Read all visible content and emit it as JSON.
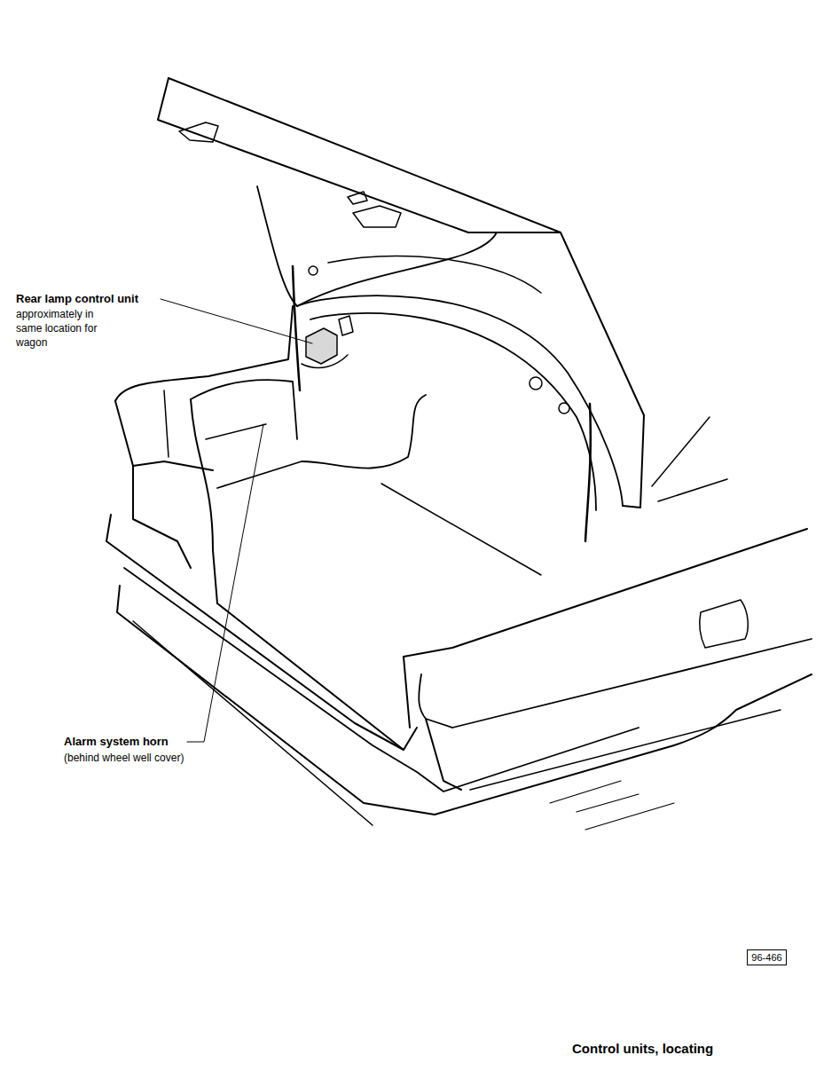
{
  "diagram": {
    "caption": "Control units, locating",
    "nodes": [
      {
        "text": [
          "96-466"
        ]
      }
    ],
    "labels": [
      "Rear lamp control unit",
      "approximately in same location for wagon",
      "Alarm system horn",
      "(behind wheel well cover)"
    ]
  }
}
